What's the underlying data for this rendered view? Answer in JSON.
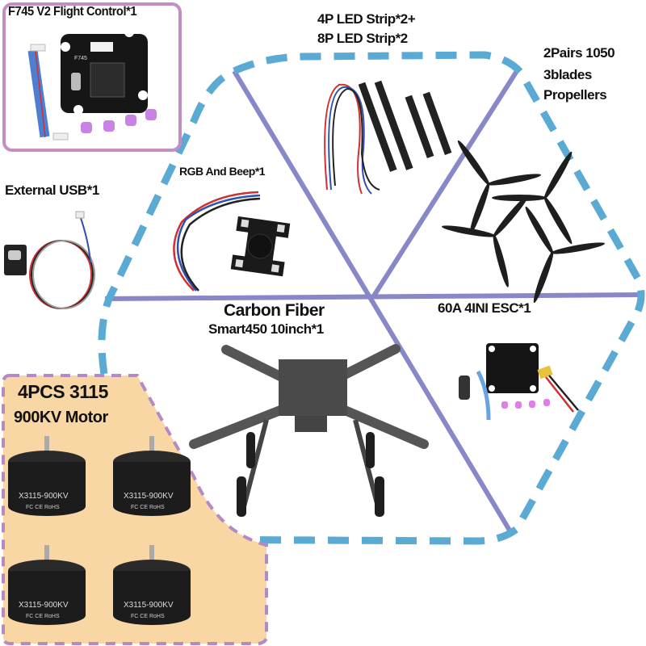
{
  "title": "Smart450 10inch Quadcopter Kit Contents",
  "colors": {
    "hexagon_dash": "#5aaad4",
    "divider": "#8888c8",
    "fc_border": "#c38dc5",
    "motor_panel_bg": "#f8d7a4",
    "motor_panel_border": "#b589c6"
  },
  "components": {
    "flight_controller": {
      "label": "F745 V2 Flight Control*1",
      "board_marking": "F745"
    },
    "led_strip": {
      "line1": "4P LED Strip*2+",
      "line2": "8P LED Strip*2"
    },
    "propellers": {
      "line1": "2Pairs 1050",
      "line2": "3blades",
      "line3": "Propellers"
    },
    "external_usb": {
      "label": "External USB*1"
    },
    "rgb_beep": {
      "label": "RGB And Beep*1"
    },
    "frame": {
      "line1": "Carbon Fiber",
      "line2": "Smart450 10inch*1"
    },
    "esc": {
      "label": "60A 4INI ESC*1"
    },
    "motors": {
      "line1": "4PCS 3115",
      "line2": "900KV Motor",
      "units": [
        {
          "model": "X3115-900KV",
          "certs": "FC CE RoHS"
        },
        {
          "model": "X3115-900KV",
          "certs": "FC CE RoHS"
        },
        {
          "model": "X3115-900KV",
          "certs": "FC CE RoHS"
        },
        {
          "model": "X3115-900KV",
          "certs": "FC CE RoHS"
        }
      ]
    }
  }
}
